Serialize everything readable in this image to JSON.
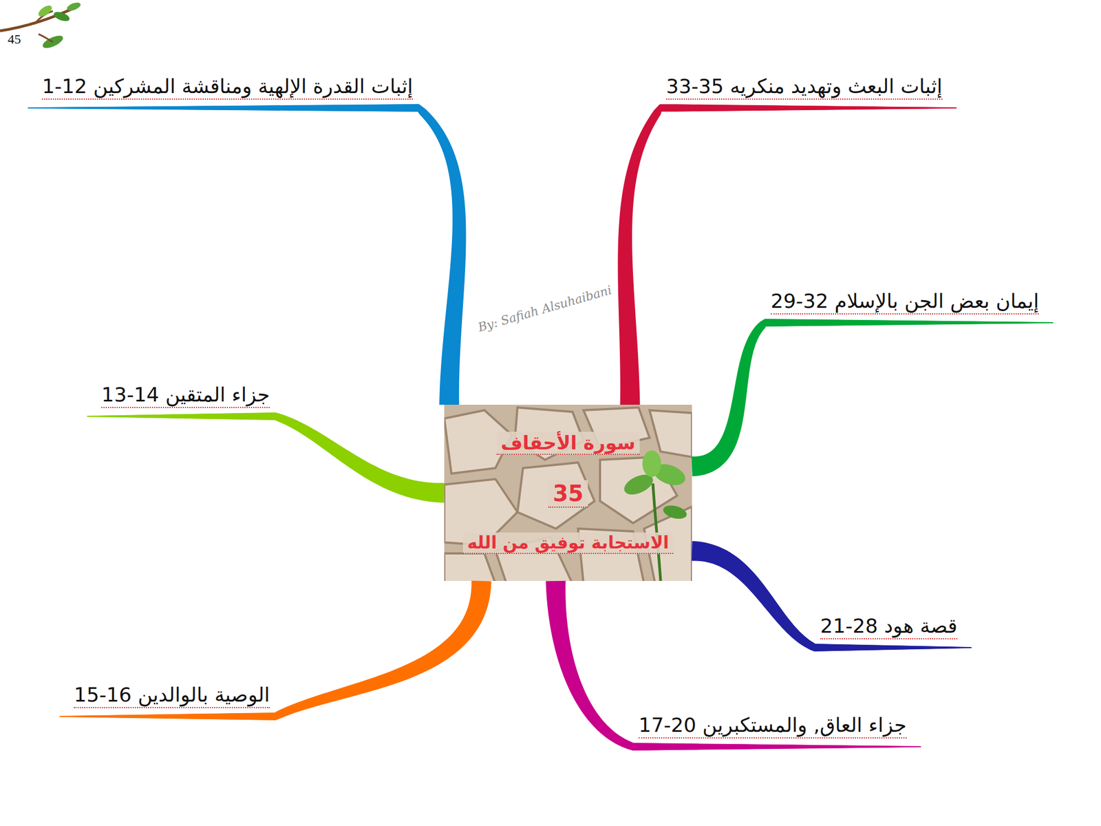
{
  "diagram": {
    "nodes": [
      {
        "text": [
          "سورة الأحقاف",
          "35",
          "الاستجابة توفيق من الله"
        ]
      },
      {
        "text": [
          "إثبات القدرة الإلهية ومناقشة المشركين 12-1"
        ]
      },
      {
        "text": [
          "جزاء المتقين 14-13"
        ]
      },
      {
        "text": [
          "الوصية بالوالدين 16-15"
        ]
      },
      {
        "text": [
          "جزاء العاق, والمستكبرين 20-17"
        ]
      },
      {
        "text": [
          "قصة هود 28-21"
        ]
      },
      {
        "text": [
          "إيمان بعض الجن بالإسلام 32-29"
        ]
      },
      {
        "text": [
          "إثبات البعث وتهديد منكريه 35-33"
        ]
      }
    ],
    "edges": [
      {
        "from": 0,
        "to": 1,
        "arrow": "none"
      },
      {
        "from": 0,
        "to": 2,
        "arrow": "none"
      },
      {
        "from": 0,
        "to": 3,
        "arrow": "none"
      },
      {
        "from": 0,
        "to": 4,
        "arrow": "none"
      },
      {
        "from": 0,
        "to": 5,
        "arrow": "none"
      },
      {
        "from": 0,
        "to": 6,
        "arrow": "none"
      },
      {
        "from": 0,
        "to": 7,
        "arrow": "none"
      }
    ],
    "labels": [
      "45",
      "By: Safiah Alsuhaibani"
    ]
  }
}
